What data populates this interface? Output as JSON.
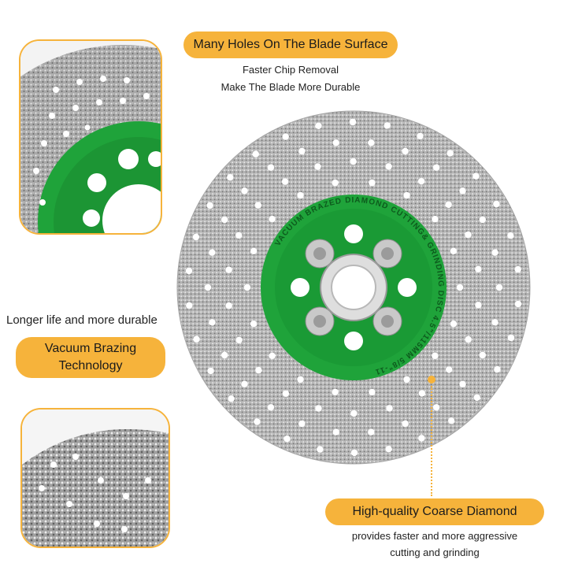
{
  "callouts": {
    "holes": {
      "title": "Many Holes On The Blade Surface",
      "line1": "Faster Chip Removal",
      "line2": "Make The Blade More Durable"
    },
    "brazing": {
      "headline": "Longer life and more durable",
      "title_line1": "Vacuum Brazing",
      "title_line2": "Technology"
    },
    "diamond": {
      "title": "High-quality Coarse Diamond",
      "line1": "provides faster and more aggressive",
      "line2": "cutting and grinding"
    }
  },
  "blade": {
    "ring_text": "VACUUM BRAZED DIAMOND CUTTING& GRINDING DISC 4.5\"/115MM 5/8\"-11",
    "colors": {
      "accent": "#f6b33b",
      "hub": "#1fa33a",
      "steel": "#b9b9b9"
    }
  }
}
